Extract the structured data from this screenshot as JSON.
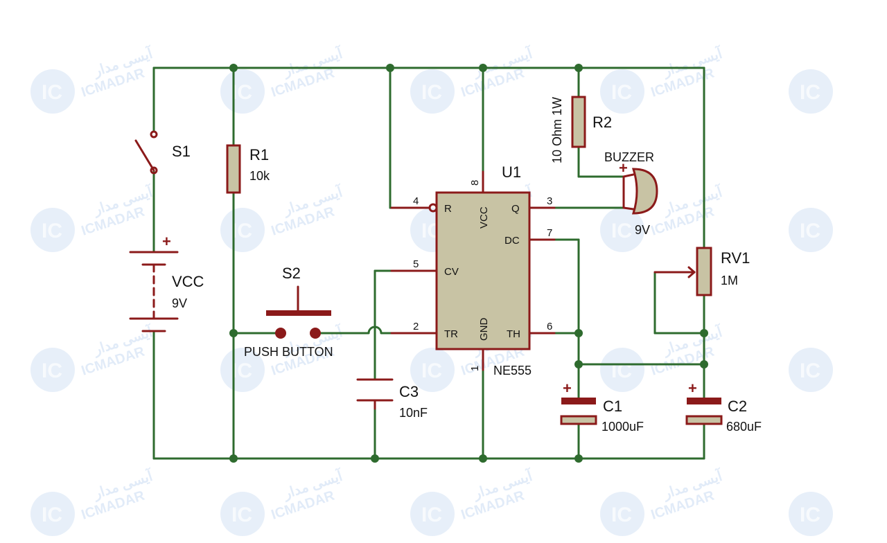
{
  "components": {
    "s1": {
      "ref": "S1"
    },
    "r1": {
      "ref": "R1",
      "value": "10k"
    },
    "vcc": {
      "ref": "VCC",
      "value": "9V",
      "polarity": "+"
    },
    "s2": {
      "ref": "S2",
      "caption": "PUSH BUTTON"
    },
    "c3": {
      "ref": "C3",
      "value": "10nF"
    },
    "u1": {
      "ref": "U1",
      "part": "NE555",
      "pins": [
        {
          "num": "4",
          "name": "R"
        },
        {
          "num": "8",
          "name": "VCC"
        },
        {
          "num": "3",
          "name": "Q"
        },
        {
          "num": "7",
          "name": "DC"
        },
        {
          "num": "5",
          "name": "CV"
        },
        {
          "num": "2",
          "name": "TR"
        },
        {
          "num": "6",
          "name": "TH"
        },
        {
          "num": "1",
          "name": "GND"
        }
      ]
    },
    "r2": {
      "ref": "R2",
      "value": "10 Ohm 1W"
    },
    "buzzer": {
      "ref": "BUZZER",
      "value": "9V",
      "polarity": "+"
    },
    "rv1": {
      "ref": "RV1",
      "value": "1M"
    },
    "c1": {
      "ref": "C1",
      "value": "1000uF",
      "polarity": "+"
    },
    "c2": {
      "ref": "C2",
      "value": "680uF",
      "polarity": "+"
    }
  },
  "watermark": {
    "ic": "IC",
    "latin": "ICMADAR",
    "persian": "آیسی مدار"
  },
  "colors": {
    "wire": "#2e6b2e",
    "component": "#8b1a1a",
    "ic_body": "#c8c3a4",
    "watermark": "#7aa6e0"
  }
}
